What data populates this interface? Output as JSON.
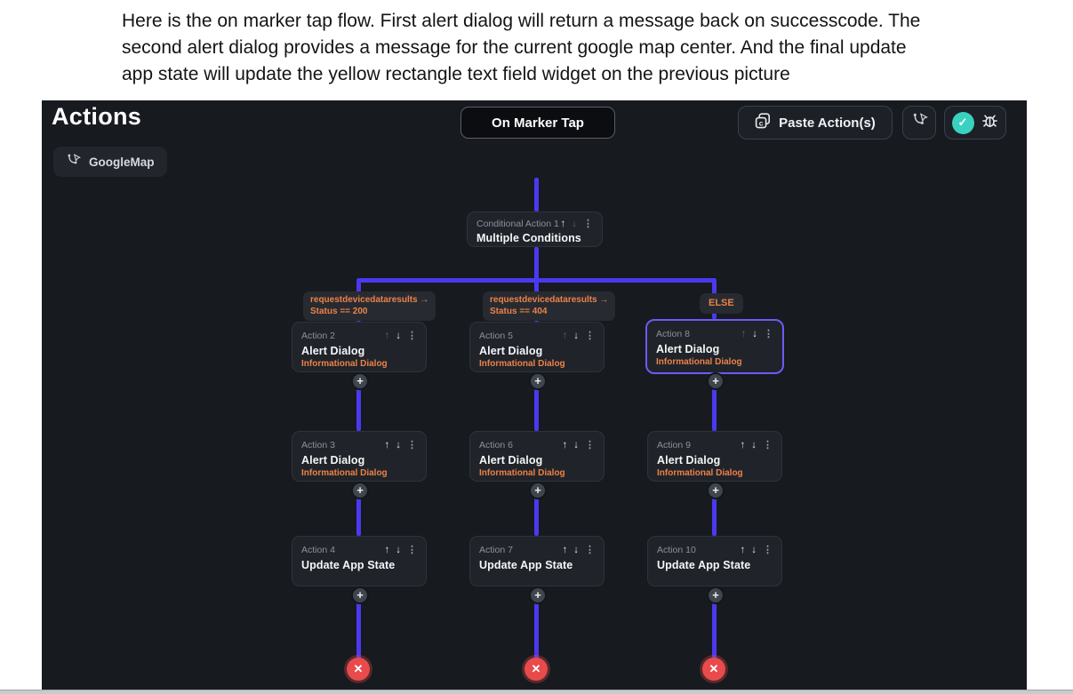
{
  "intro": {
    "line1": "Here is the on marker tap flow. First alert dialog will return a message back on successcode. The",
    "line2": "second alert dialog provides a message for the current google map center. And the final update",
    "line3": "app state will update the yellow rectangle text field widget on the previous picture"
  },
  "header": {
    "title": "Actions",
    "trigger_label": "On Marker Tap",
    "paste_label": "Paste Action(s)"
  },
  "canvas": {
    "widget_chip": "GoogleMap"
  },
  "flow": {
    "conditional": {
      "label": "Conditional Action 1",
      "title": "Multiple Conditions"
    },
    "branches": [
      {
        "condition_line1": "requestdevicedataresults →",
        "condition_line2": "Status == 200",
        "actions": [
          {
            "label": "Action 2",
            "title": "Alert Dialog",
            "subtitle": "Informational Dialog"
          },
          {
            "label": "Action 3",
            "title": "Alert Dialog",
            "subtitle": "Informational Dialog"
          },
          {
            "label": "Action 4",
            "title": "Update App State"
          }
        ]
      },
      {
        "condition_line1": "requestdevicedataresults →",
        "condition_line2": "Status == 404",
        "actions": [
          {
            "label": "Action 5",
            "title": "Alert Dialog",
            "subtitle": "Informational Dialog"
          },
          {
            "label": "Action 6",
            "title": "Alert Dialog",
            "subtitle": "Informational Dialog"
          },
          {
            "label": "Action 7",
            "title": "Update App State"
          }
        ]
      },
      {
        "condition_else": "ELSE",
        "actions": [
          {
            "label": "Action 8",
            "title": "Alert Dialog",
            "subtitle": "Informational Dialog",
            "selected": true
          },
          {
            "label": "Action 9",
            "title": "Alert Dialog",
            "subtitle": "Informational Dialog"
          },
          {
            "label": "Action 10",
            "title": "Update App State"
          }
        ]
      }
    ]
  },
  "icons": {
    "up": "↑",
    "down": "↓",
    "menu": "⋮",
    "plus": "+",
    "close": "✕",
    "check": "✓"
  },
  "colors": {
    "accent": "#4b39ef",
    "selected": "#6a5bf7",
    "orange": "#ed8148",
    "teal": "#39d2c0",
    "red": "#e84b4b"
  }
}
